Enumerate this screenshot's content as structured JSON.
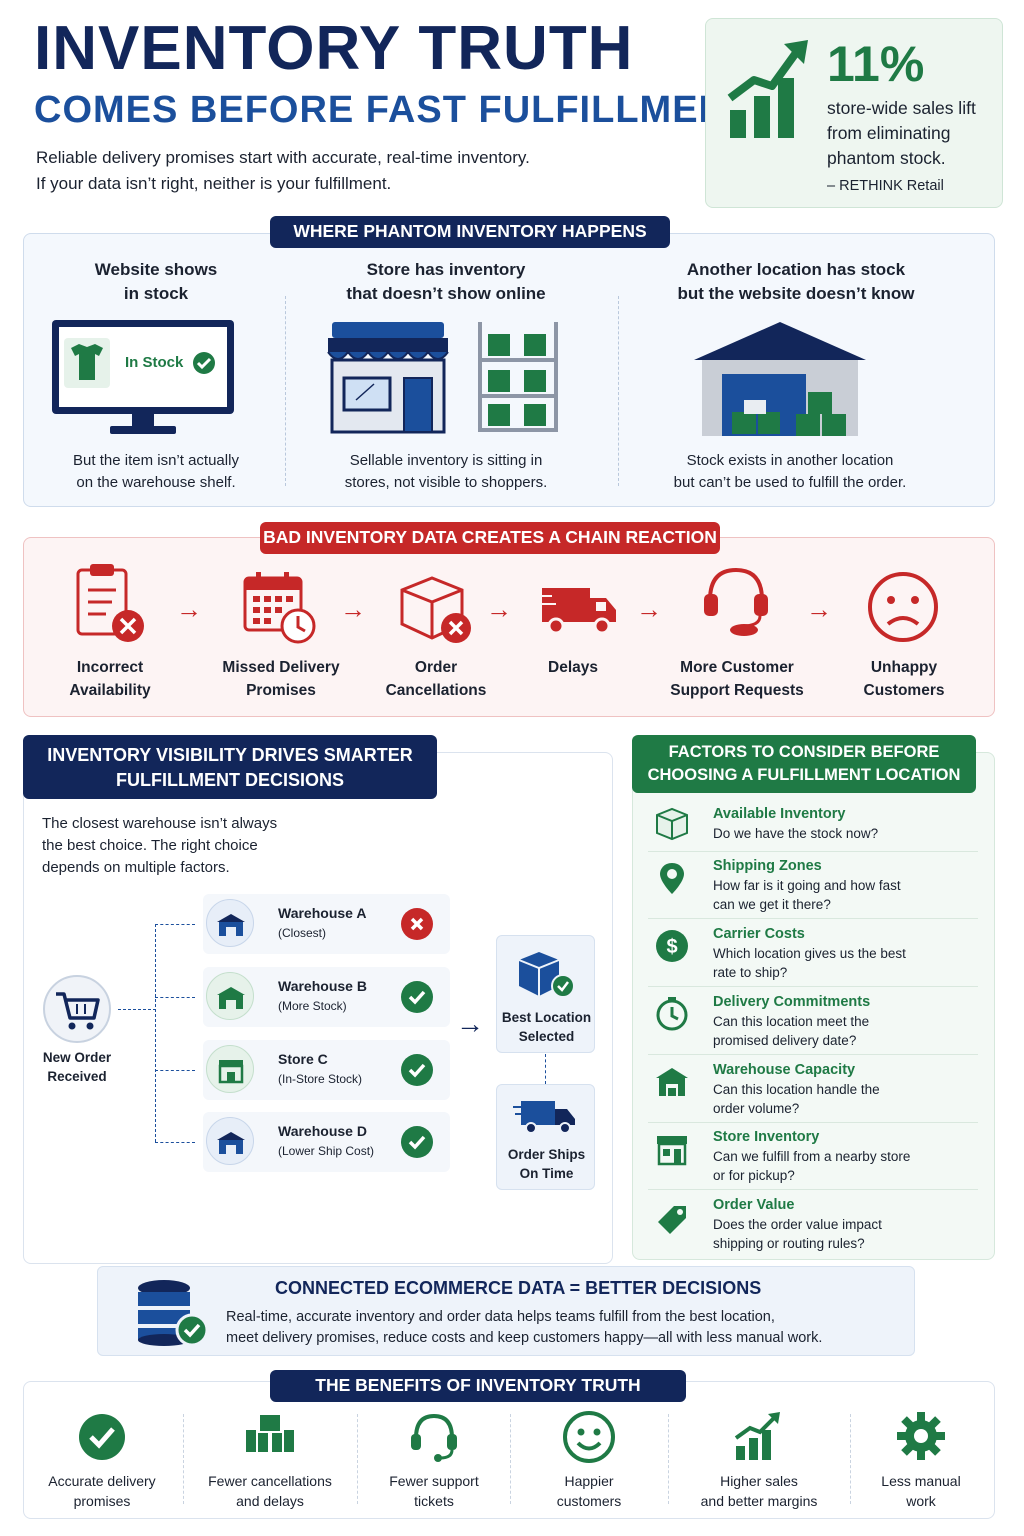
{
  "header": {
    "title_line1": "INVENTORY TRUTH",
    "title_line2": "COMES BEFORE FAST FULFILLMENT",
    "subtitle_line1": "Reliable delivery promises start with accurate, real-time inventory.",
    "subtitle_line2": "If your data isn’t right, neither is your fulfillment."
  },
  "stat": {
    "value": "11%",
    "line1": "store-wide sales lift",
    "line2": "from eliminating",
    "line3": "phantom stock.",
    "source": "– RETHINK Retail"
  },
  "phantom": {
    "title": "WHERE PHANTOM INVENTORY HAPPENS",
    "col1": {
      "head1": "Website shows",
      "head2": "in stock",
      "screen_label": "In Stock",
      "cap1": "But the item isn’t actually",
      "cap2": "on the warehouse shelf."
    },
    "col2": {
      "head1": "Store has inventory",
      "head2": "that doesn’t show online",
      "cap1": "Sellable inventory is sitting in",
      "cap2": "stores, not visible to shoppers."
    },
    "col3": {
      "head1": "Another location has stock",
      "head2": "but the website doesn’t know",
      "cap1": "Stock exists in another location",
      "cap2": "but can’t be used to fulfill the order."
    }
  },
  "chain": {
    "title": "BAD INVENTORY DATA CREATES A CHAIN REACTION",
    "steps": [
      {
        "l1": "Incorrect",
        "l2": "Availability"
      },
      {
        "l1": "Missed Delivery",
        "l2": "Promises"
      },
      {
        "l1": "Order",
        "l2": "Cancellations"
      },
      {
        "l1": "Delays",
        "l2": ""
      },
      {
        "l1": "More Customer",
        "l2": "Support Requests"
      },
      {
        "l1": "Unhappy",
        "l2": "Customers"
      }
    ],
    "arrow": "→"
  },
  "visibility": {
    "title_line1": "INVENTORY VISIBILITY DRIVES SMARTER",
    "title_line2": "FULFILLMENT DECISIONS",
    "intro1": "The closest warehouse isn’t always",
    "intro2": "the best choice. The right choice",
    "intro3": "depends on multiple factors.",
    "new_order_l1": "New Order",
    "new_order_l2": "Received",
    "locations": [
      {
        "name": "Warehouse A",
        "note": "(Closest)"
      },
      {
        "name": "Warehouse B",
        "note": "(More Stock)"
      },
      {
        "name": "Store C",
        "note": "(In-Store Stock)"
      },
      {
        "name": "Warehouse D",
        "note": "(Lower Ship Cost)"
      }
    ],
    "arrow": "→",
    "best_l1": "Best Location",
    "best_l2": "Selected",
    "ships_l1": "Order Ships",
    "ships_l2": "On Time"
  },
  "factors": {
    "title_line1": "FACTORS TO CONSIDER BEFORE",
    "title_line2": "CHOOSING A FULFILLMENT LOCATION",
    "items": [
      {
        "title": "Available Inventory",
        "d1": "Do we have the stock now?",
        "d2": ""
      },
      {
        "title": "Shipping Zones",
        "d1": "How far is it going and how fast",
        "d2": "can we get it there?"
      },
      {
        "title": "Carrier Costs",
        "d1": "Which location gives us the best",
        "d2": "rate to ship?"
      },
      {
        "title": "Delivery Commitments",
        "d1": "Can this location meet the",
        "d2": "promised delivery date?"
      },
      {
        "title": "Warehouse Capacity",
        "d1": "Can this location handle the",
        "d2": "order volume?"
      },
      {
        "title": "Store Inventory",
        "d1": "Can we fulfill from a nearby store",
        "d2": "or for pickup?"
      },
      {
        "title": "Order Value",
        "d1": "Does the order value impact",
        "d2": "shipping or routing rules?"
      }
    ]
  },
  "connected": {
    "title": "CONNECTED ECOMMERCE DATA = BETTER DECISIONS",
    "line1": "Real-time, accurate inventory and order data helps teams fulfill from the best location,",
    "line2": "meet delivery promises, reduce costs and keep customers happy—all with less manual work."
  },
  "benefits": {
    "title": "THE BENEFITS OF INVENTORY TRUTH",
    "items": [
      {
        "l1": "Accurate delivery",
        "l2": "promises"
      },
      {
        "l1": "Fewer cancellations",
        "l2": "and delays"
      },
      {
        "l1": "Fewer support",
        "l2": "tickets"
      },
      {
        "l1": "Happier",
        "l2": "customers"
      },
      {
        "l1": "Higher sales",
        "l2": "and better margins"
      },
      {
        "l1": "Less manual",
        "l2": "work"
      }
    ]
  },
  "colors": {
    "navy": "#12265a",
    "blue": "#1b4f9c",
    "green": "#1f7a45",
    "red": "#c62828"
  }
}
